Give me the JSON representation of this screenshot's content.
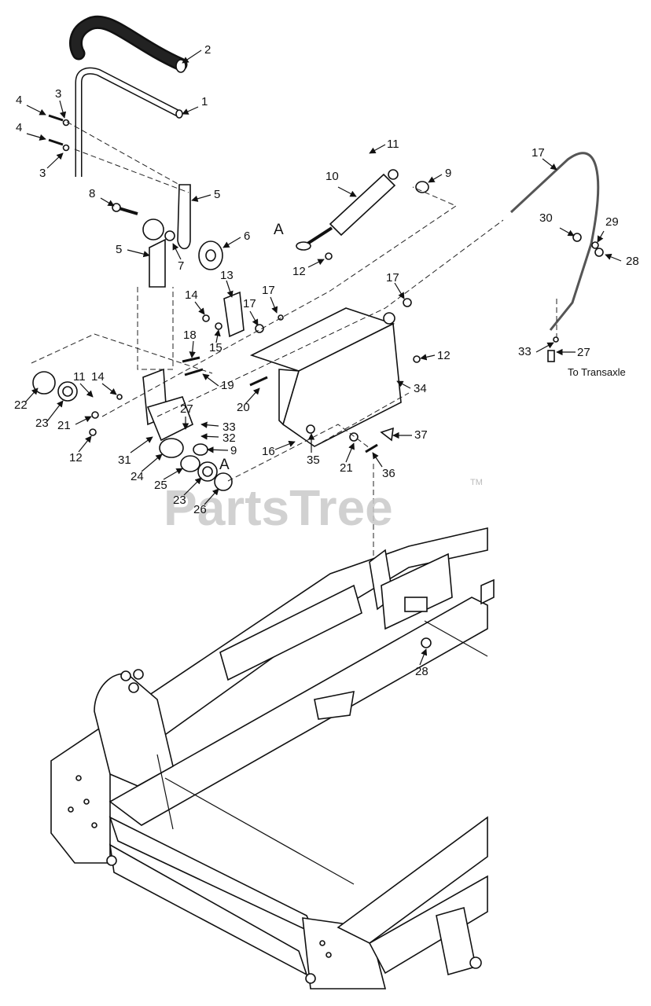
{
  "diagram": {
    "watermark": "PartsTree",
    "watermark_tm": "TM",
    "note_to_transaxle": "To Transaxle",
    "reference_letter": "A",
    "callouts": [
      {
        "id": "c1",
        "text": "1"
      },
      {
        "id": "c2",
        "text": "2"
      },
      {
        "id": "c3a",
        "text": "3"
      },
      {
        "id": "c3b",
        "text": "3"
      },
      {
        "id": "c4a",
        "text": "4"
      },
      {
        "id": "c4b",
        "text": "4"
      },
      {
        "id": "c5a",
        "text": "5"
      },
      {
        "id": "c5b",
        "text": "5"
      },
      {
        "id": "c6",
        "text": "6"
      },
      {
        "id": "c7",
        "text": "7"
      },
      {
        "id": "c8",
        "text": "8"
      },
      {
        "id": "c9a",
        "text": "9"
      },
      {
        "id": "c9b",
        "text": "9"
      },
      {
        "id": "c10",
        "text": "10"
      },
      {
        "id": "c11a",
        "text": "11"
      },
      {
        "id": "c11b",
        "text": "11"
      },
      {
        "id": "c12a",
        "text": "12"
      },
      {
        "id": "c12b",
        "text": "12"
      },
      {
        "id": "c12c",
        "text": "12"
      },
      {
        "id": "c13",
        "text": "13"
      },
      {
        "id": "c14a",
        "text": "14"
      },
      {
        "id": "c14b",
        "text": "14"
      },
      {
        "id": "c15",
        "text": "15"
      },
      {
        "id": "c16",
        "text": "16"
      },
      {
        "id": "c17a",
        "text": "17"
      },
      {
        "id": "c17b",
        "text": "17"
      },
      {
        "id": "c17c",
        "text": "17"
      },
      {
        "id": "c17d",
        "text": "17"
      },
      {
        "id": "c18",
        "text": "18"
      },
      {
        "id": "c19",
        "text": "19"
      },
      {
        "id": "c20",
        "text": "20"
      },
      {
        "id": "c21a",
        "text": "21"
      },
      {
        "id": "c21b",
        "text": "21"
      },
      {
        "id": "c22",
        "text": "22"
      },
      {
        "id": "c23a",
        "text": "23"
      },
      {
        "id": "c23b",
        "text": "23"
      },
      {
        "id": "c24",
        "text": "24"
      },
      {
        "id": "c25",
        "text": "25"
      },
      {
        "id": "c26",
        "text": "26"
      },
      {
        "id": "c27a",
        "text": "27"
      },
      {
        "id": "c27b",
        "text": "27"
      },
      {
        "id": "c28a",
        "text": "28"
      },
      {
        "id": "c28b",
        "text": "28"
      },
      {
        "id": "c29",
        "text": "29"
      },
      {
        "id": "c30",
        "text": "30"
      },
      {
        "id": "c31",
        "text": "31"
      },
      {
        "id": "c32",
        "text": "32"
      },
      {
        "id": "c33a",
        "text": "33"
      },
      {
        "id": "c33b",
        "text": "33"
      },
      {
        "id": "c34",
        "text": "34"
      },
      {
        "id": "c35",
        "text": "35"
      },
      {
        "id": "c36",
        "text": "36"
      },
      {
        "id": "c37",
        "text": "37"
      }
    ]
  }
}
